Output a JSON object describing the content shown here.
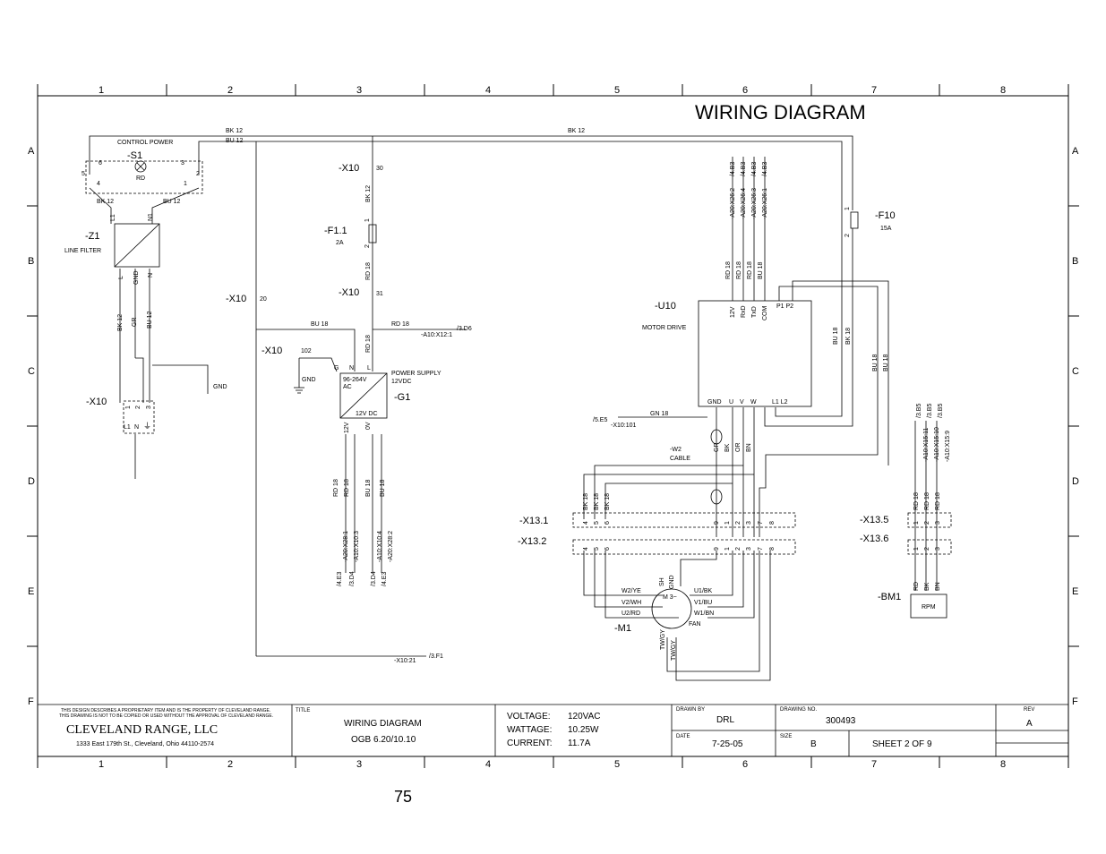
{
  "diagram_title": "WIRING DIAGRAM",
  "columns": [
    "1",
    "2",
    "3",
    "4",
    "5",
    "6",
    "7",
    "8"
  ],
  "rows": [
    "A",
    "B",
    "C",
    "D",
    "E",
    "F"
  ],
  "page_number": "75",
  "components": {
    "s1": {
      "ref": "-S1",
      "label": "CONTROL POWER",
      "color": "RD",
      "pins": [
        "6",
        "3",
        "5",
        "4",
        "1",
        "2"
      ]
    },
    "z1": {
      "ref": "-Z1",
      "label": "LINE FILTER",
      "pins_top": [
        "L1",
        "N1"
      ],
      "pins_bottom": [
        "L",
        "GND",
        "N"
      ]
    },
    "x10_main": {
      "ref": "-X10",
      "pins": [
        "L1",
        "N",
        "⏚"
      ],
      "nums": [
        "1",
        "2",
        "3"
      ]
    },
    "x10_30": {
      "ref": "-X10",
      "pin": "30"
    },
    "x10_31": {
      "ref": "-X10",
      "pin": "31"
    },
    "x10_20": {
      "ref": "-X10",
      "pin": "20"
    },
    "x10_102": {
      "ref": "-X10",
      "pin": "102"
    },
    "f11": {
      "ref": "-F1.1",
      "rating": "2A",
      "pins": [
        "1",
        "2"
      ]
    },
    "f10": {
      "ref": "-F10",
      "rating": "15A",
      "pins": [
        "1",
        "2"
      ]
    },
    "g1": {
      "ref": "-G1",
      "label": "POWER SUPPLY",
      "sub": "12VDC",
      "input": "96-264V",
      "input2": "AC",
      "output": "12V DC",
      "pins_top": [
        "G",
        "N",
        "L"
      ],
      "pins_bottom": [
        "12V",
        "0V"
      ]
    },
    "u10": {
      "ref": "-U10",
      "label": "MOTOR DRIVE",
      "pins_top": [
        "12V",
        "RxD",
        "TxD",
        "COM"
      ],
      "pins_p": "P1  P2",
      "pins_bottom": [
        "GND",
        "U",
        "V",
        "W"
      ],
      "pins_l": "L1  L2"
    },
    "w2": {
      "ref": "-W2",
      "label": "CABLE"
    },
    "x131": {
      "ref": "-X13.1",
      "pins": [
        "4",
        "5",
        "6",
        "9",
        "1",
        "2",
        "3",
        "7",
        "8"
      ]
    },
    "x132": {
      "ref": "-X13.2",
      "pins": [
        "4",
        "5",
        "6",
        "9",
        "1",
        "2",
        "3",
        "7",
        "8"
      ]
    },
    "x135": {
      "ref": "-X13.5",
      "pins": [
        "1",
        "2",
        "3"
      ]
    },
    "x136": {
      "ref": "-X13.6",
      "pins": [
        "1",
        "2",
        "3"
      ]
    },
    "m1": {
      "ref": "-M1",
      "label": "M 3~",
      "fan": "FAN",
      "sh": "SH",
      "gnd": "GND",
      "twgy1": "TW/GY",
      "twgy2": "TW/GY",
      "leads_left": [
        "W2/YE",
        "V2/WH",
        "U2/RD"
      ],
      "leads_right": [
        "U1/BK",
        "V1/BU",
        "W1/BN"
      ]
    },
    "bm1": {
      "ref": "-BM1",
      "label": "RPM",
      "wires": [
        "RD",
        "BK",
        "BN"
      ]
    },
    "gnd_labels": [
      "GND",
      "GND"
    ]
  },
  "wire_labels": {
    "bk12_top1": "BK 12",
    "bu12_top": "BU 12",
    "bk12_top2": "BK 12",
    "bk12_s1a": "BK 12",
    "bu12_s1b": "BU 12",
    "bk12_f11": "BK 12",
    "rd18_f11": "RD 18",
    "bk12_z1": "BK 12",
    "gr_z1": "GR",
    "bu12_z1": "BU 12",
    "bu18_mid": "BU 18",
    "rd18_mid": "RD 18",
    "rd18_g1": "RD 18",
    "gn18": "GN 18",
    "u10_top": [
      "RD 18",
      "RD 18",
      "RD 18",
      "BU 18"
    ],
    "u10_right": [
      "BU 18",
      "BK 18"
    ],
    "u10_right2": [
      "BU 18",
      "BU 18"
    ],
    "w2_wires": [
      "GR",
      "BK",
      "OR",
      "BN"
    ],
    "x131_wires": [
      "BK 18",
      "BK 18",
      "BK 18"
    ],
    "x135_wires": [
      "RD 18",
      "RD 18",
      "RD 18"
    ],
    "g1_out": [
      "RD 18",
      "RD 18",
      "BU 18",
      "BU 18"
    ]
  },
  "cross_refs": {
    "a20": [
      "/4.B3",
      "/4.B3",
      "/4.B3",
      "/4.B3"
    ],
    "a20_nodes": [
      "-A20:X26:2",
      "-A20:X26:4",
      "-A20:X26:3",
      "-A20:X26:1"
    ],
    "g1_dest": [
      "-A20:X28:1",
      "-A10:X10:3",
      "-A10:X10:4",
      "-A20:X28:2"
    ],
    "g1_dest_ref": [
      "/4.E3",
      "/3.D4",
      "/3.D4",
      "/4.E3"
    ],
    "a10_x12": "-A10:X12:1",
    "a10_x12_ref": "/3.D6",
    "x10_101": "-X10:101",
    "x10_101_ref": "/5.E5",
    "x10_21": "-X10:21",
    "x10_21_ref": "/3.F1",
    "b5_refs": [
      "/3.B5",
      "/3.B5",
      "/3.B5"
    ],
    "b5_nodes": [
      "-A10:X15:11",
      "-A10:X15:10",
      "-A10:X15:9"
    ]
  },
  "title_block": {
    "disclaimer_1": "THIS DESIGN DESCRIBES A PROPRIETARY ITEM AND IS THE PROPERTY OF CLEVELAND RANGE.",
    "disclaimer_2": "THIS DRAWING IS NOT TO BE COPIED OR USED WITHOUT THE APPROVAL OF CLEVELAND RANGE.",
    "company": "CLEVELAND RANGE, LLC",
    "address": "1333 East 179th St., Cleveland, Ohio 44110-2574",
    "title_label": "TITLE",
    "title_1": "WIRING DIAGRAM",
    "title_2": "OGB 6.20/10.10",
    "voltage_label": "VOLTAGE:",
    "voltage": "120VAC",
    "wattage_label": "WATTAGE:",
    "wattage": "10.25W",
    "current_label": "CURRENT:",
    "current": "11.7A",
    "drawn_by_label": "DRAWN BY",
    "drawn_by": "DRL",
    "date_label": "DATE",
    "date": "7-25-05",
    "drawing_no_label": "DRAWING NO.",
    "drawing_no": "300493",
    "size_label": "SIZE",
    "size": "B",
    "sheet": "SHEET  2    OF   9",
    "rev_label": "REV",
    "rev": "A"
  }
}
